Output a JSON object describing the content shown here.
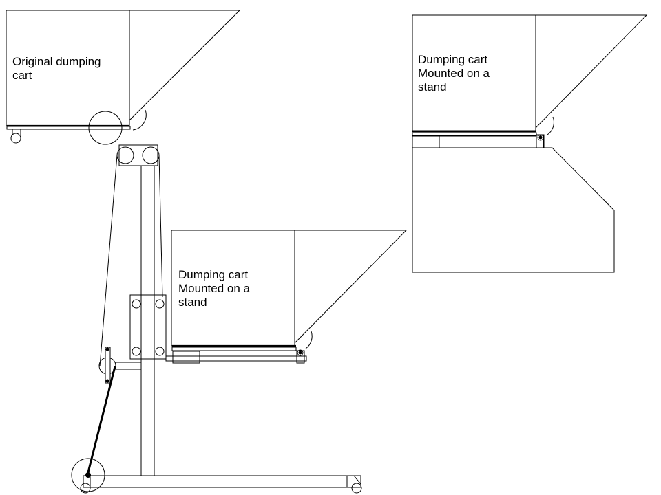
{
  "labels": {
    "original_cart": "Original dumping\ncart",
    "mounted_cart_left": "Dumping cart\nMounted on a\nstand",
    "mounted_cart_right": "Dumping cart\nMounted on a\nstand"
  }
}
